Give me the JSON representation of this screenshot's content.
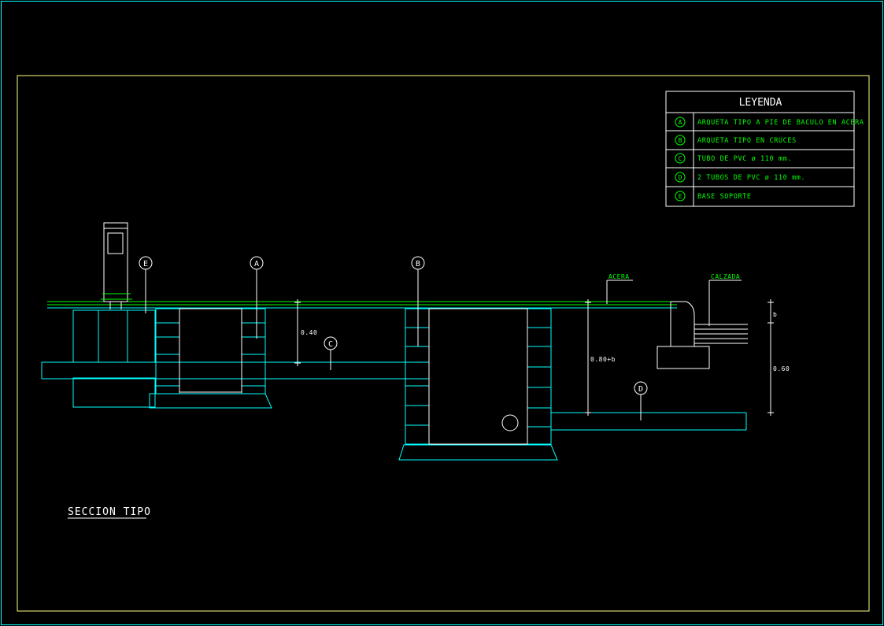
{
  "colors": {
    "background": "#000000",
    "cyan": "#00ffff",
    "green": "#00ff00",
    "white": "#ffffff",
    "frame": "#ffff80"
  },
  "legend": {
    "title": "LEYENDA",
    "items": [
      {
        "key": "A",
        "text": "ARQUETA TIPO A PIE DE BACULO EN ACERA"
      },
      {
        "key": "B",
        "text": "ARQUETA TIPO EN CRUCES"
      },
      {
        "key": "C",
        "text": "TUBO DE PVC ø 110 mm."
      },
      {
        "key": "D",
        "text": "2 TUBOS DE PVC ø 110 mm."
      },
      {
        "key": "E",
        "text": "BASE SOPORTE"
      }
    ]
  },
  "labels": {
    "acera": "ACERA",
    "calzada": "CALZADA",
    "section_title": "SECCION TIPO"
  },
  "callouts": {
    "A": "A",
    "B": "B",
    "C": "C",
    "D": "D",
    "E": "E"
  },
  "dimensions": {
    "d040": "0.40",
    "d080b": "0.80+b",
    "d060": "0.60",
    "b": "b"
  }
}
